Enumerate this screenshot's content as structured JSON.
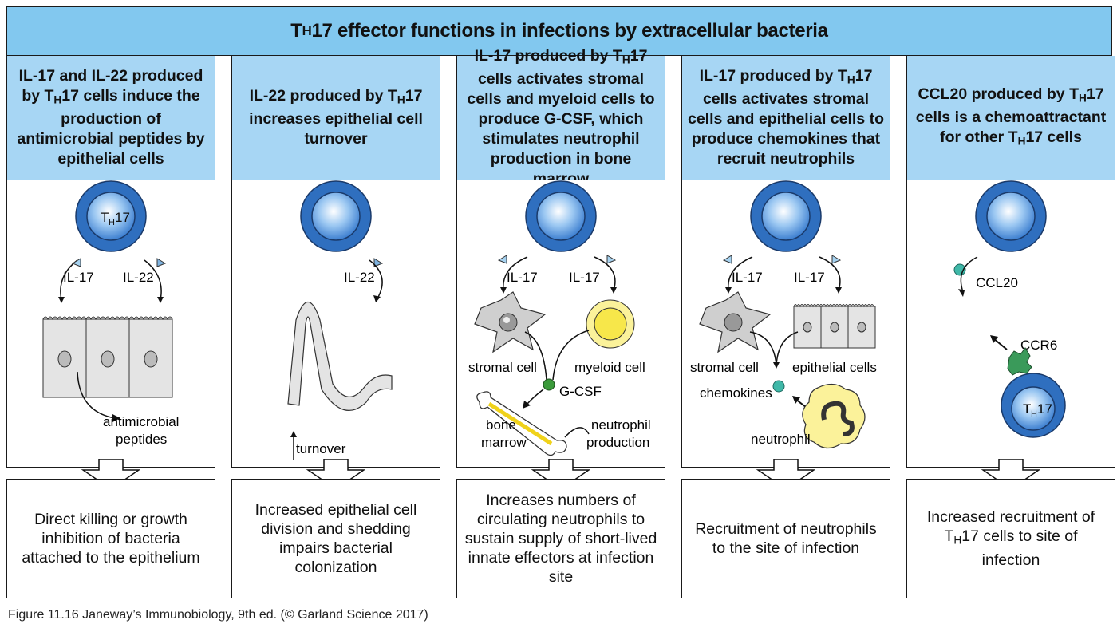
{
  "title": {
    "prefix": "T",
    "sub": "H",
    "suffix": "17 effector functions in infections by extracellular bacteria"
  },
  "columns": [
    {
      "heading_parts": [
        {
          "t": "IL-17 and IL-22 produced by T"
        },
        {
          "sub": "H"
        },
        {
          "t": "17 cells induce the production of antimicrobial peptides by epithelial cells"
        }
      ],
      "labels": {
        "cell": "17",
        "cell_prefix": "T",
        "cell_sub": "H",
        "left_cytokine": "IL-17",
        "right_cytokine": "IL-22",
        "product": "antimicrobial",
        "product2": "peptides"
      },
      "outcome": "Direct killing or growth inhibition of bacteria attached to the epithelium"
    },
    {
      "heading_parts": [
        {
          "t": "IL-22 produced by T"
        },
        {
          "sub": "H"
        },
        {
          "t": "17 increases epithelial cell turnover"
        }
      ],
      "labels": {
        "cytokine": "IL-22",
        "turnover": "turnover"
      },
      "outcome": "Increased epithelial cell division and shedding impairs bacterial colonization"
    },
    {
      "heading_parts": [
        {
          "t": "IL-17 produced by T"
        },
        {
          "sub": "H"
        },
        {
          "t": "17 cells activates stromal cells and myeloid cells to produce G-CSF, which stimulates neutrophil production in bone marrow"
        }
      ],
      "labels": {
        "left_cytokine": "IL-17",
        "right_cytokine": "IL-17",
        "stromal": "stromal cell",
        "myeloid": "myeloid cell",
        "gcsf": "G-CSF",
        "bone1": "bone",
        "bone2": "marrow",
        "np1": "neutrophil",
        "np2": "production"
      },
      "outcome": "Increases numbers of circulating neutrophils to sustain supply of short-lived innate effectors at infection site"
    },
    {
      "heading_parts": [
        {
          "t": "IL-17 produced by T"
        },
        {
          "sub": "H"
        },
        {
          "t": "17 cells activates stromal cells and epithelial cells to produce chemokines that recruit neutrophils"
        }
      ],
      "labels": {
        "left_cytokine": "IL-17",
        "right_cytokine": "IL-17",
        "stromal": "stromal cell",
        "epithelial": "epithelial cells",
        "chemokines": "chemokines",
        "neutrophil": "neutrophil"
      },
      "outcome": "Recruitment of neutrophils to the site of infection"
    },
    {
      "heading_parts": [
        {
          "t": "CCL20 produced by T"
        },
        {
          "sub": "H"
        },
        {
          "t": "17 cells is a chemoattractant for other T"
        },
        {
          "sub": "H"
        },
        {
          "t": "17 cells"
        }
      ],
      "labels": {
        "ccl20": "CCL20",
        "ccr6": "CCR6",
        "cell_prefix": "T",
        "cell_sub": "H",
        "cell": "17"
      },
      "outcome_parts": [
        {
          "t": "Increased recruitment of T"
        },
        {
          "sub": "H"
        },
        {
          "t": "17 cells to site of infection"
        }
      ]
    }
  ],
  "caption": "Figure 11.16  Janeway’s Immunobiology, 9th ed. (© Garland Science 2017)",
  "colors": {
    "title_bg": "#82c8ef",
    "head_bg": "#a7d6f4",
    "cell_blue": "#2f6fbf",
    "cell_inner": "#5aa0e6",
    "teal": "#3fb8a8",
    "green": "#3a9a3a",
    "yellow": "#f7ea60",
    "grey": "#cfcfcf"
  }
}
